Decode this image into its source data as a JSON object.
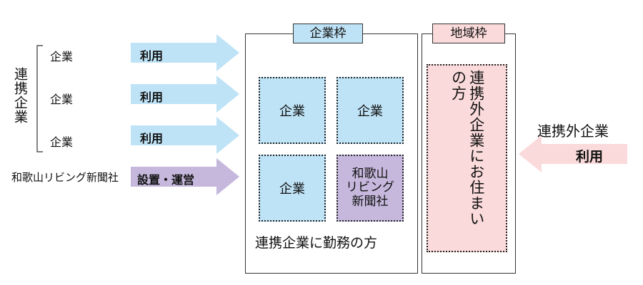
{
  "colors": {
    "blue": "#bfe3f6",
    "purple": "#c5b8dc",
    "pink": "#fadada",
    "border": "#333333"
  },
  "left": {
    "group_label": "連携企業",
    "companies": [
      "企業",
      "企業",
      "企業"
    ],
    "company_arrow_label": "利用",
    "newspaper": "和歌山リビング新聞社",
    "newspaper_arrow_label": "設置・運営"
  },
  "company_frame": {
    "tag": "企業枠",
    "cells": [
      "企業",
      "企業",
      "企業"
    ],
    "newspaper_cell": "和歌山\nリビング\n新聞社",
    "caption": "連携企業に勤務の方"
  },
  "region_frame": {
    "tag": "地域枠",
    "content": "連携外企業にお住まいの方"
  },
  "right": {
    "label": "連携外企業",
    "arrow_label": "利用"
  }
}
